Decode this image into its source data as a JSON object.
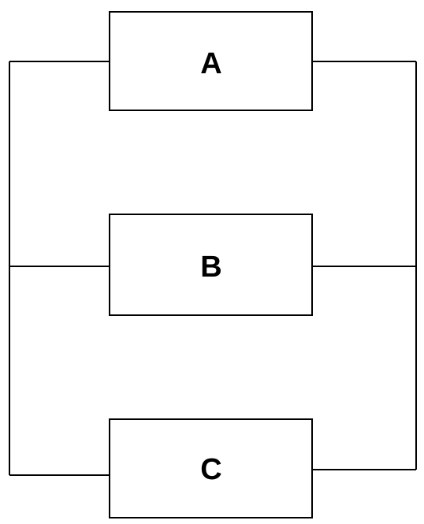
{
  "diagram": {
    "blocks": [
      {
        "id": "A",
        "label": "A"
      },
      {
        "id": "B",
        "label": "B"
      },
      {
        "id": "C",
        "label": "C"
      }
    ]
  }
}
